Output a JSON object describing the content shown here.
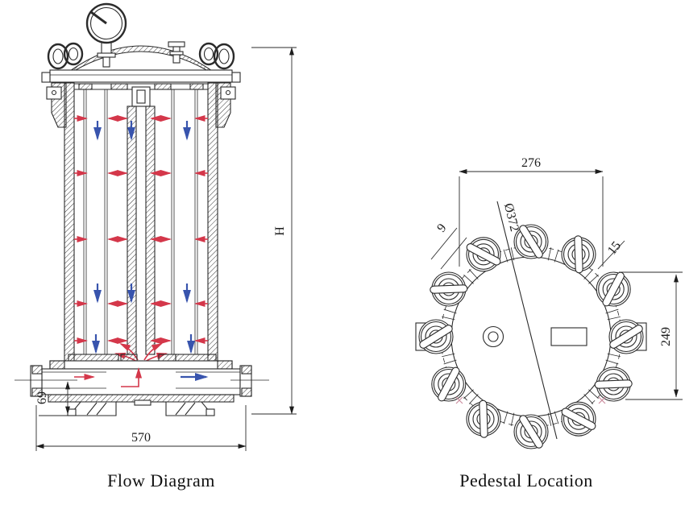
{
  "figures": {
    "flow": {
      "caption": "Flow Diagram",
      "dimensions": {
        "total_height": "H",
        "base_width": "570",
        "inlet_centerline_height": "69"
      }
    },
    "pedestal": {
      "caption": "Pedestal Location",
      "bolt_count": 12,
      "dimensions": {
        "bolt_span": "276",
        "diameter": "Ø372",
        "slot_width": "9",
        "offset_angle": "15",
        "vertical_span": "249"
      }
    }
  },
  "colors": {
    "line": "#2b2b2b",
    "flow_red": "#d4374a",
    "flow_blue": "#3854ad",
    "dim_text": "#1d1d1d",
    "mark_pink": "#cc8fa0"
  }
}
